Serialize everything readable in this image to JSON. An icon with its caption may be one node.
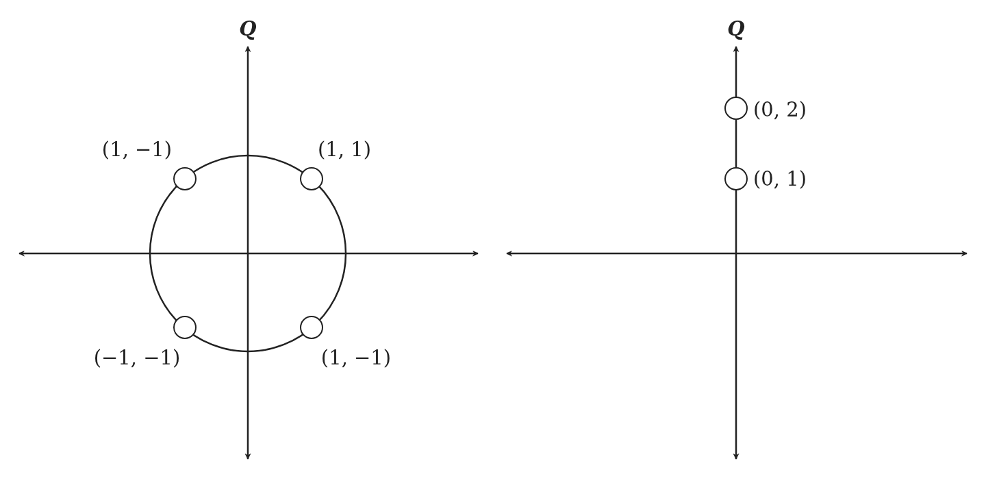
{
  "diagram": {
    "nodes": [
      {
        "text": [],
        "shape": "circle",
        "beside": [
          "(1, −1)"
        ]
      },
      {
        "text": [],
        "shape": "circle",
        "beside": [
          "(1, 1)"
        ]
      },
      {
        "text": [],
        "shape": "circle",
        "beside": [
          "(−1, −1)"
        ]
      },
      {
        "text": [],
        "shape": "circle",
        "beside": [
          "(1, −1)"
        ]
      },
      {
        "text": [],
        "shape": "circle",
        "beside": [
          "(0, 2)"
        ]
      },
      {
        "text": [],
        "shape": "circle",
        "beside": [
          "(0, 1)"
        ]
      }
    ],
    "labels": [
      "Q",
      "Q"
    ]
  }
}
